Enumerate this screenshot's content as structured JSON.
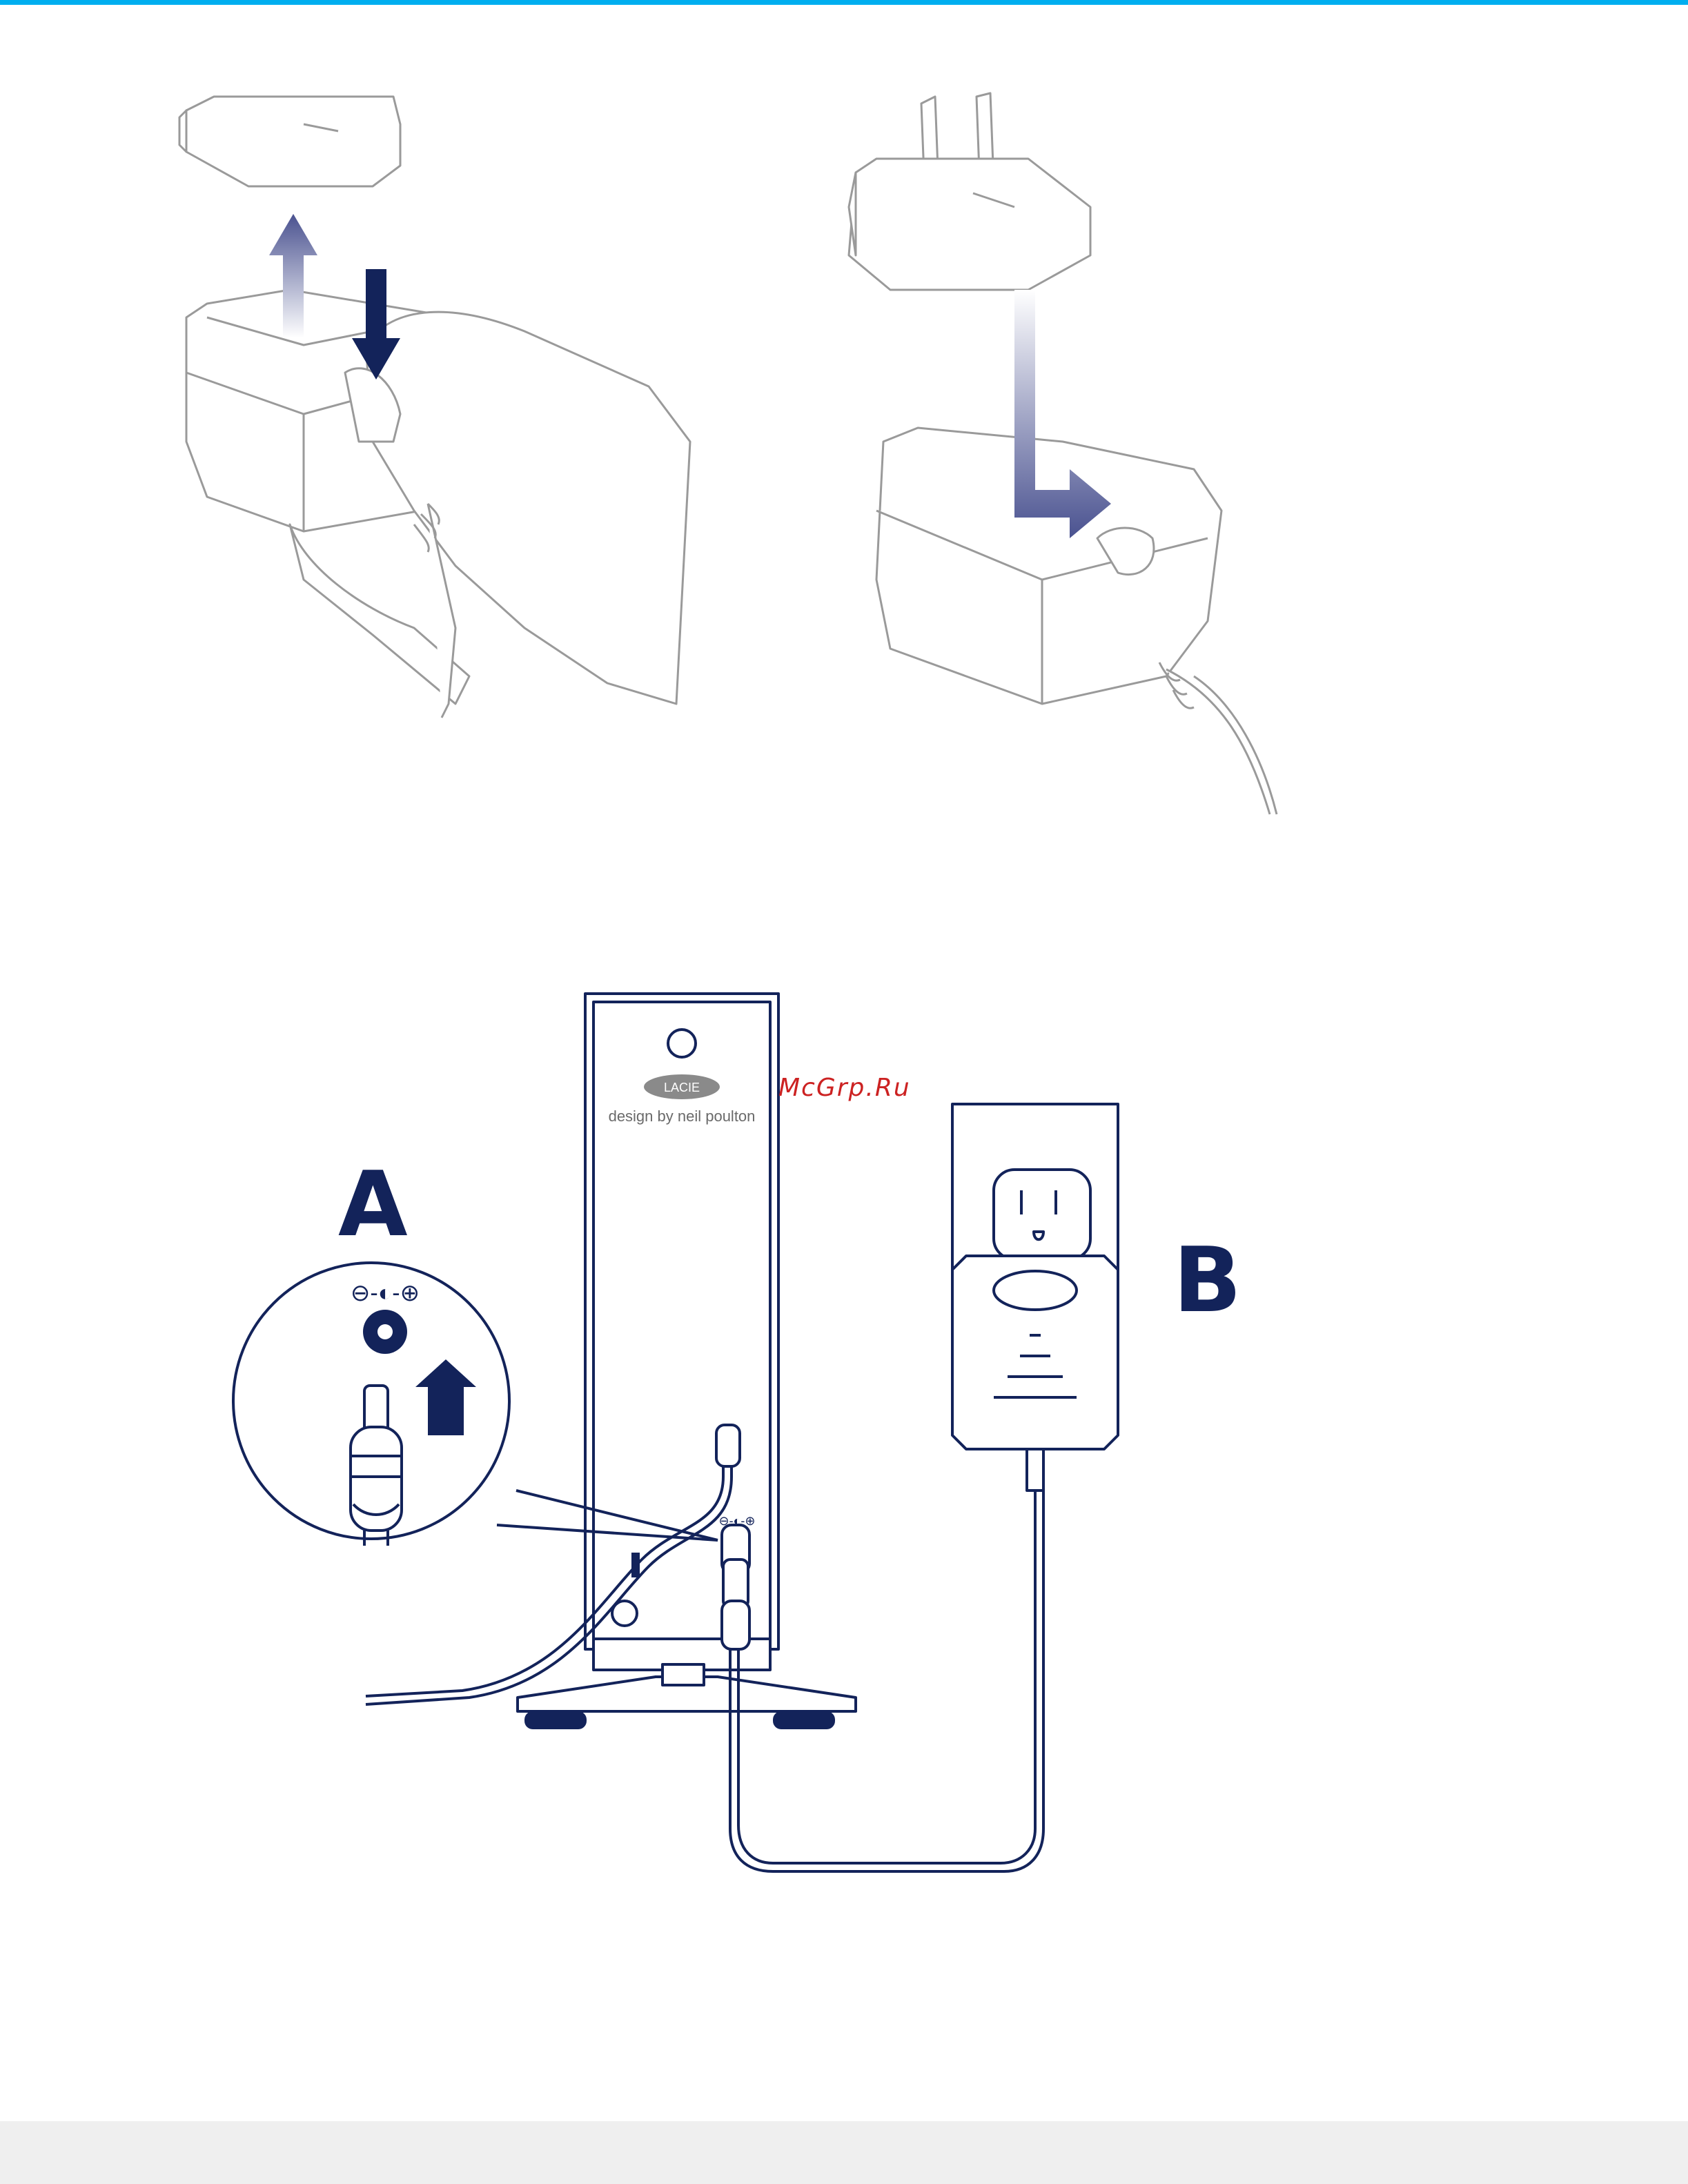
{
  "page": {
    "accent_color": "#00aeef",
    "ink_color": "#13235a",
    "footer_color": "#efefef"
  },
  "figures": {
    "adapter_remove": {
      "icon": "adapter-plate-removal-illustration"
    },
    "adapter_insert": {
      "icon": "us-plug-insertion-illustration"
    },
    "connection": {
      "brand_logo": "LACIE",
      "brand_tagline": "design by neil poulton",
      "label_a": "A",
      "label_b": "B",
      "port_symbol": "⊖-◐-⊕"
    }
  },
  "watermark": {
    "text": "McGrp.Ru"
  }
}
